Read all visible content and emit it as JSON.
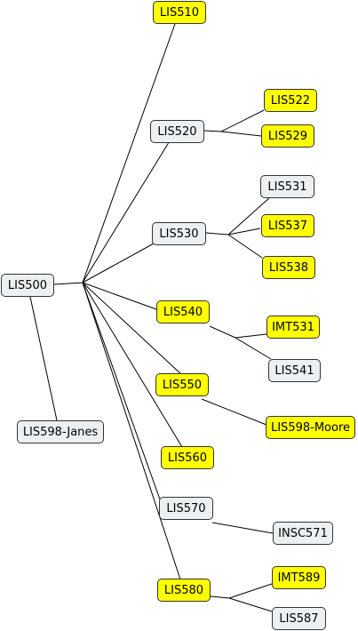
{
  "colors": {
    "highlight": "#ffff00",
    "default": "#ecf0f3",
    "border": "#333333"
  },
  "nodes": {
    "lis500": {
      "label": "LIS500",
      "highlight": false
    },
    "lis598janes": {
      "label": "LIS598-Janes",
      "highlight": false
    },
    "lis510": {
      "label": "LIS510",
      "highlight": true
    },
    "lis520": {
      "label": "LIS520",
      "highlight": false
    },
    "lis522": {
      "label": "LIS522",
      "highlight": true
    },
    "lis529": {
      "label": "LIS529",
      "highlight": true
    },
    "lis530": {
      "label": "LIS530",
      "highlight": false
    },
    "lis531": {
      "label": "LIS531",
      "highlight": false
    },
    "lis537": {
      "label": "LIS537",
      "highlight": true
    },
    "lis538": {
      "label": "LIS538",
      "highlight": true
    },
    "lis540": {
      "label": "LIS540",
      "highlight": true
    },
    "imt531": {
      "label": "IMT531",
      "highlight": true
    },
    "lis541": {
      "label": "LIS541",
      "highlight": false
    },
    "lis550": {
      "label": "LIS550",
      "highlight": true
    },
    "lis598moore": {
      "label": "LIS598-Moore",
      "highlight": true
    },
    "lis560": {
      "label": "LIS560",
      "highlight": true
    },
    "lis570": {
      "label": "LIS570",
      "highlight": false
    },
    "insc571": {
      "label": "INSC571",
      "highlight": false
    },
    "lis580": {
      "label": "LIS580",
      "highlight": true
    },
    "imt589": {
      "label": "IMT589",
      "highlight": true
    },
    "lis587": {
      "label": "LIS587",
      "highlight": false
    }
  }
}
